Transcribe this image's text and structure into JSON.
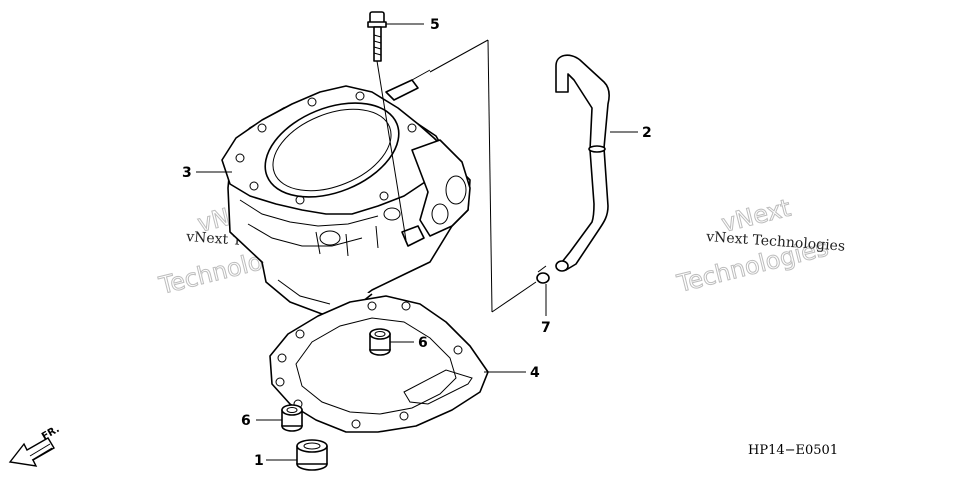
{
  "diagram": {
    "callouts": [
      {
        "id": "c1",
        "label": "1"
      },
      {
        "id": "c2",
        "label": "2"
      },
      {
        "id": "c3",
        "label": "3"
      },
      {
        "id": "c4",
        "label": "4"
      },
      {
        "id": "c5",
        "label": "5"
      },
      {
        "id": "c6a",
        "label": "6"
      },
      {
        "id": "c6b",
        "label": "6"
      },
      {
        "id": "c7",
        "label": "7"
      }
    ],
    "drawing_code": "HP14−E0501",
    "front_indicator": "FR.",
    "watermark": {
      "line1": "vNext",
      "line2": "Technologies",
      "small": "vNext Technologies"
    }
  }
}
